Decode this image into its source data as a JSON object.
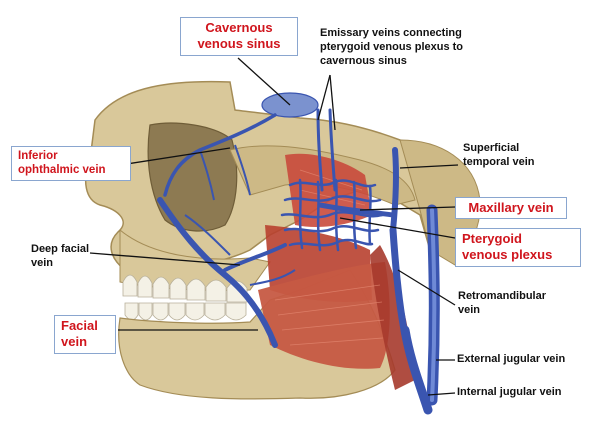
{
  "labels": {
    "cavernous_sinus": {
      "line1": "Cavernous",
      "line2": "venous sinus"
    },
    "emissary_veins": {
      "line1": "Emissary veins connecting",
      "line2": "pterygoid venous plexus to",
      "line3": "cavernous sinus"
    },
    "inferior_ophthalmic_vein": {
      "line1": "Inferior",
      "line2": "ophthalmic vein"
    },
    "superficial_temporal_vein": {
      "line1": "Superficial",
      "line2": "temporal vein"
    },
    "maxillary_vein": "Maxillary vein",
    "pterygoid_venous_plexus": {
      "line1": "Pterygoid",
      "line2": "venous plexus"
    },
    "deep_facial_vein": {
      "line1": "Deep facial",
      "line2": "vein"
    },
    "retromandibular_vein": {
      "line1": "Retromandibular",
      "line2": "vein"
    },
    "facial_vein": {
      "line1": "Facial",
      "line2": "vein"
    },
    "external_jugular_vein": "External jugular vein",
    "internal_jugular_vein": "Internal jugular vein"
  },
  "colors": {
    "bone": "#d9c89a",
    "bone_dark": "#b59e66",
    "vein": "#3a55b0",
    "vein_light": "#6f8ad6",
    "muscle": "#c94a3c",
    "teeth": "#f4f1e6",
    "label_red": "#d0151d",
    "box_border": "#8aa6cf"
  }
}
